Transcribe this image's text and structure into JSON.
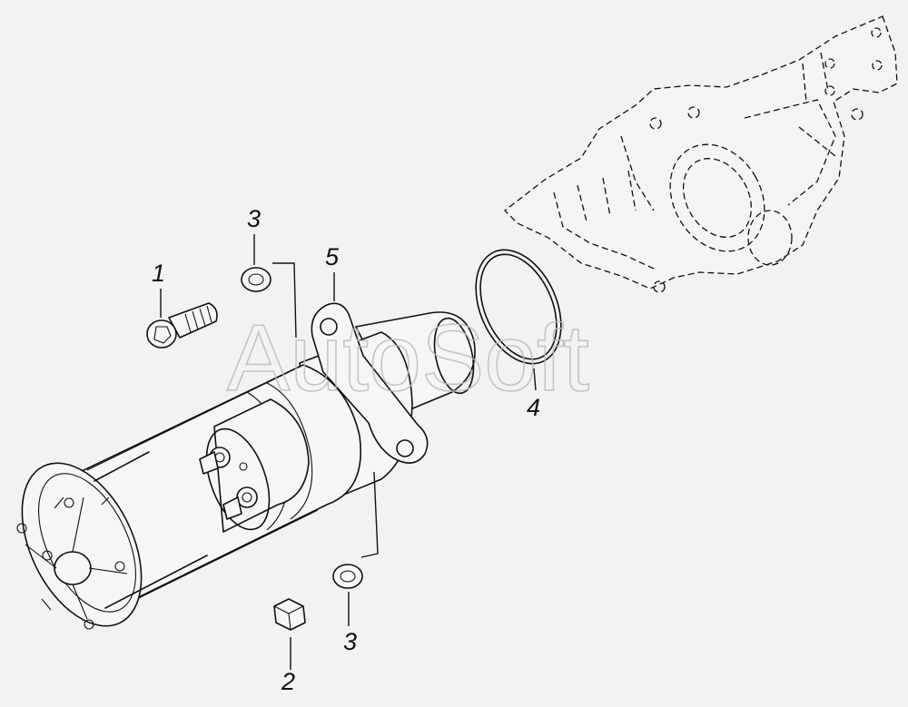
{
  "watermark": "AutoSoft",
  "callouts": [
    {
      "id": "c1",
      "label": "1"
    },
    {
      "id": "c2",
      "label": "2"
    },
    {
      "id": "c3a",
      "label": "3"
    },
    {
      "id": "c3b",
      "label": "3"
    },
    {
      "id": "c4",
      "label": "4"
    },
    {
      "id": "c5",
      "label": "5"
    }
  ]
}
